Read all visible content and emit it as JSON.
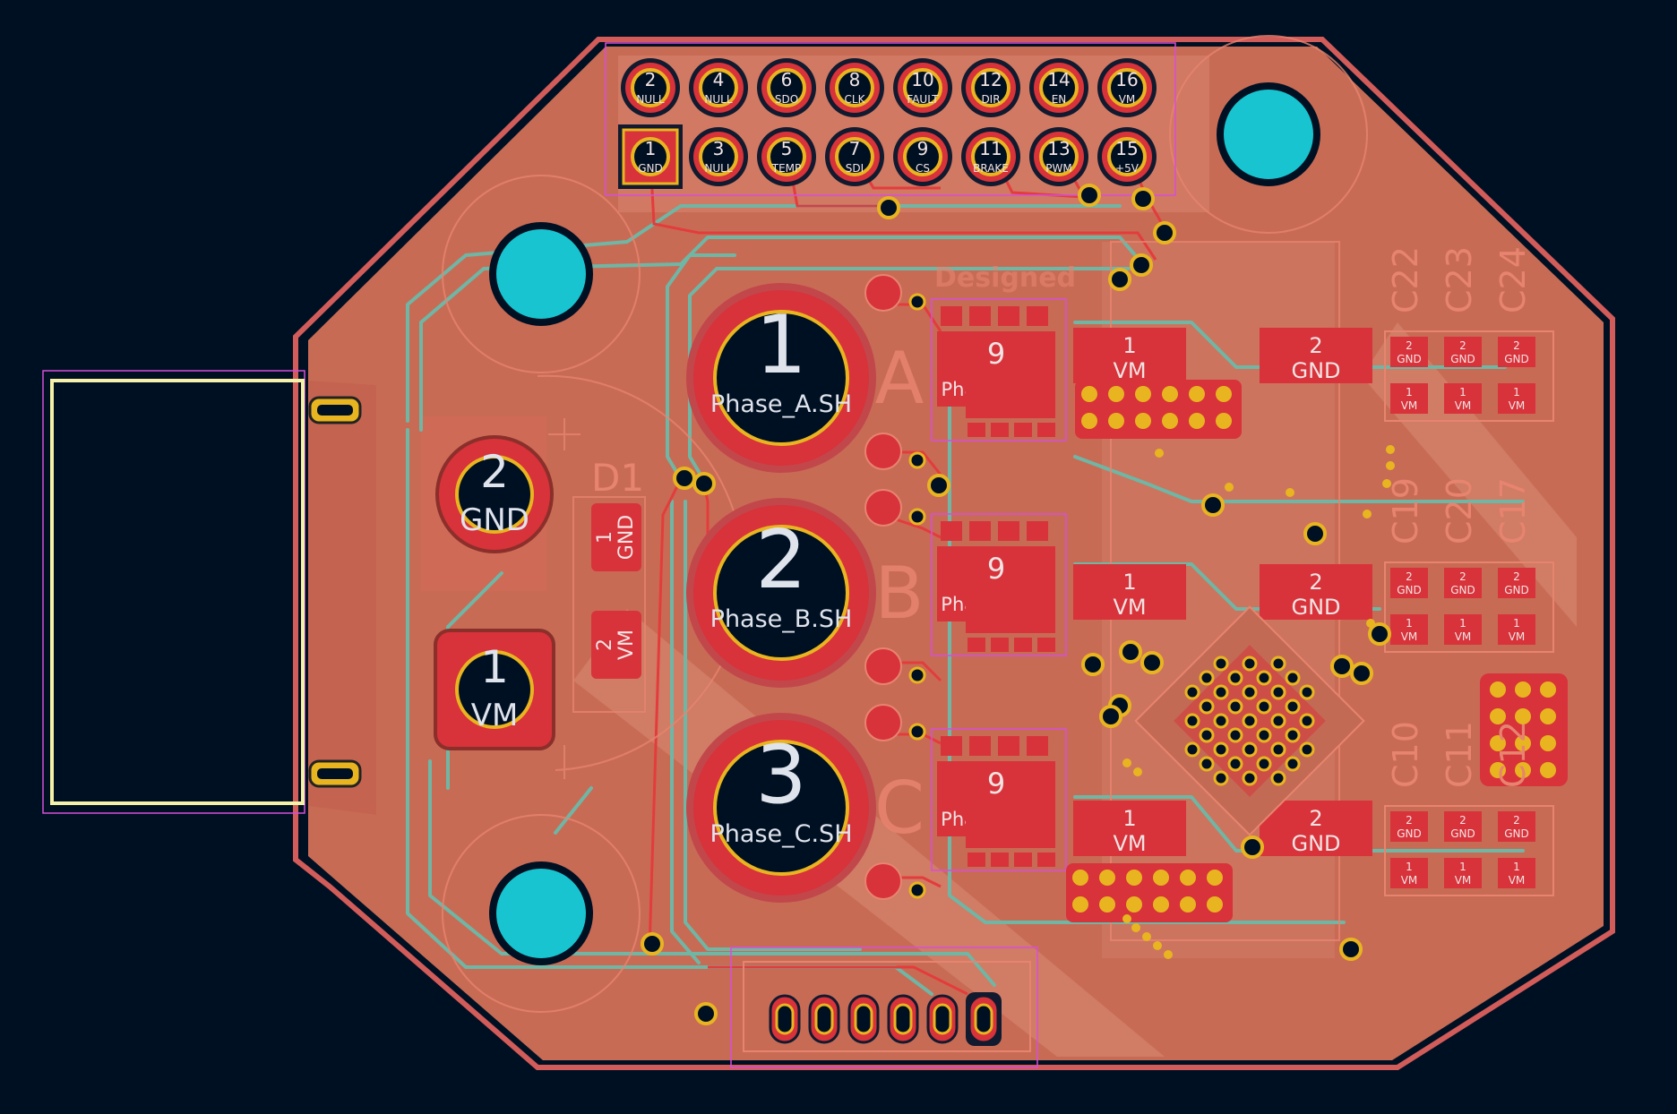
{
  "colors": {
    "background": "#001023",
    "board_copper": "#c86b55",
    "board_edge": "#d15c59",
    "pad_red": "#d8323a",
    "pad_ring": "#e8b520",
    "hole_fill": "#001023",
    "mount_hole": "#18c4cf",
    "trace_teal": "#6fb6a5",
    "silk": "#e7846f",
    "connector_outline": "#f4f1a8",
    "courtyard": "#d54fd8"
  },
  "header_top": {
    "pins": [
      {
        "num": "2",
        "label": "NULL"
      },
      {
        "num": "4",
        "label": "NULL"
      },
      {
        "num": "6",
        "label": "SDO"
      },
      {
        "num": "8",
        "label": "CLK"
      },
      {
        "num": "10",
        "label": "FAULT"
      },
      {
        "num": "12",
        "label": "DIR"
      },
      {
        "num": "14",
        "label": "EN"
      },
      {
        "num": "16",
        "label": "VM"
      },
      {
        "num": "1",
        "label": "GND"
      },
      {
        "num": "3",
        "label": "NULL"
      },
      {
        "num": "5",
        "label": "TEMP"
      },
      {
        "num": "7",
        "label": "SDI"
      },
      {
        "num": "9",
        "label": "CS"
      },
      {
        "num": "11",
        "label": "BRAKE"
      },
      {
        "num": "13",
        "label": "PWM"
      },
      {
        "num": "15",
        "label": "+5V"
      }
    ]
  },
  "power_pads": [
    {
      "num": "2",
      "label": "GND"
    },
    {
      "num": "1",
      "label": "VM"
    }
  ],
  "diode": {
    "ref": "D1",
    "pads": [
      {
        "num": "1",
        "label": "GND"
      },
      {
        "num": "2",
        "label": "VM"
      }
    ]
  },
  "phases": [
    {
      "num": "1",
      "label": "Phase_A.SH",
      "silk": "A",
      "pad9": "9",
      "pad9_label": "Phase_A.SH"
    },
    {
      "num": "2",
      "label": "Phase_B.SH",
      "silk": "B",
      "pad9": "9",
      "pad9_label": "Phase_B.SH"
    },
    {
      "num": "3",
      "label": "Phase_C.SH",
      "silk": "C",
      "pad9": "9",
      "pad9_label": "Phase_C.SH"
    }
  ],
  "mosfet_pads": [
    {
      "vm_num": "1",
      "vm_label": "VM",
      "gnd_num": "2",
      "gnd_label": "GND"
    },
    {
      "vm_num": "1",
      "vm_label": "VM",
      "gnd_num": "2",
      "gnd_label": "GND"
    },
    {
      "vm_num": "1",
      "vm_label": "VM",
      "gnd_num": "2",
      "gnd_label": "GND"
    }
  ],
  "capacitor_groups": [
    {
      "refs": [
        "C22",
        "C23",
        "C24"
      ]
    },
    {
      "refs": [
        "C19",
        "C20",
        "C17"
      ]
    },
    {
      "refs": [
        "C10",
        "C11",
        "C12"
      ]
    }
  ],
  "cap_pads": {
    "top_num": "2",
    "top_label": "GND",
    "bottom_num": "1",
    "bottom_label": "VM"
  },
  "silk_texts": {
    "designed": "Designed"
  }
}
